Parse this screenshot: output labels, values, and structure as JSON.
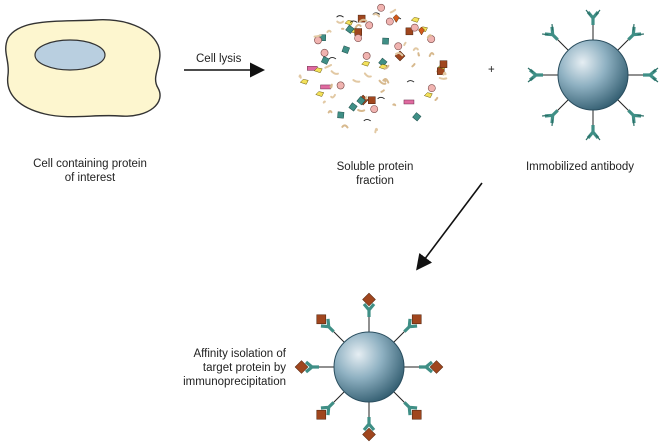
{
  "labels": {
    "cell_lysis": "Cell lysis",
    "plus": "+",
    "cell_line1": "Cell containing protein",
    "cell_line2": "of interest",
    "soluble_line1": "Soluble protein",
    "soluble_line2": "fraction",
    "antibody": "Immobilized antibody",
    "affinity_line1": "Affinity isolation of",
    "affinity_line2": "target protein by",
    "affinity_line3": "immunoprecipitation"
  },
  "colors": {
    "cell_fill": "#fdf6cf",
    "nucleus_fill": "#b9cfe0",
    "antibody": "#3f8f86",
    "protein": "#a0461e",
    "bead_light": "#dfe9ef",
    "bead_dark": "#3e6b80"
  }
}
